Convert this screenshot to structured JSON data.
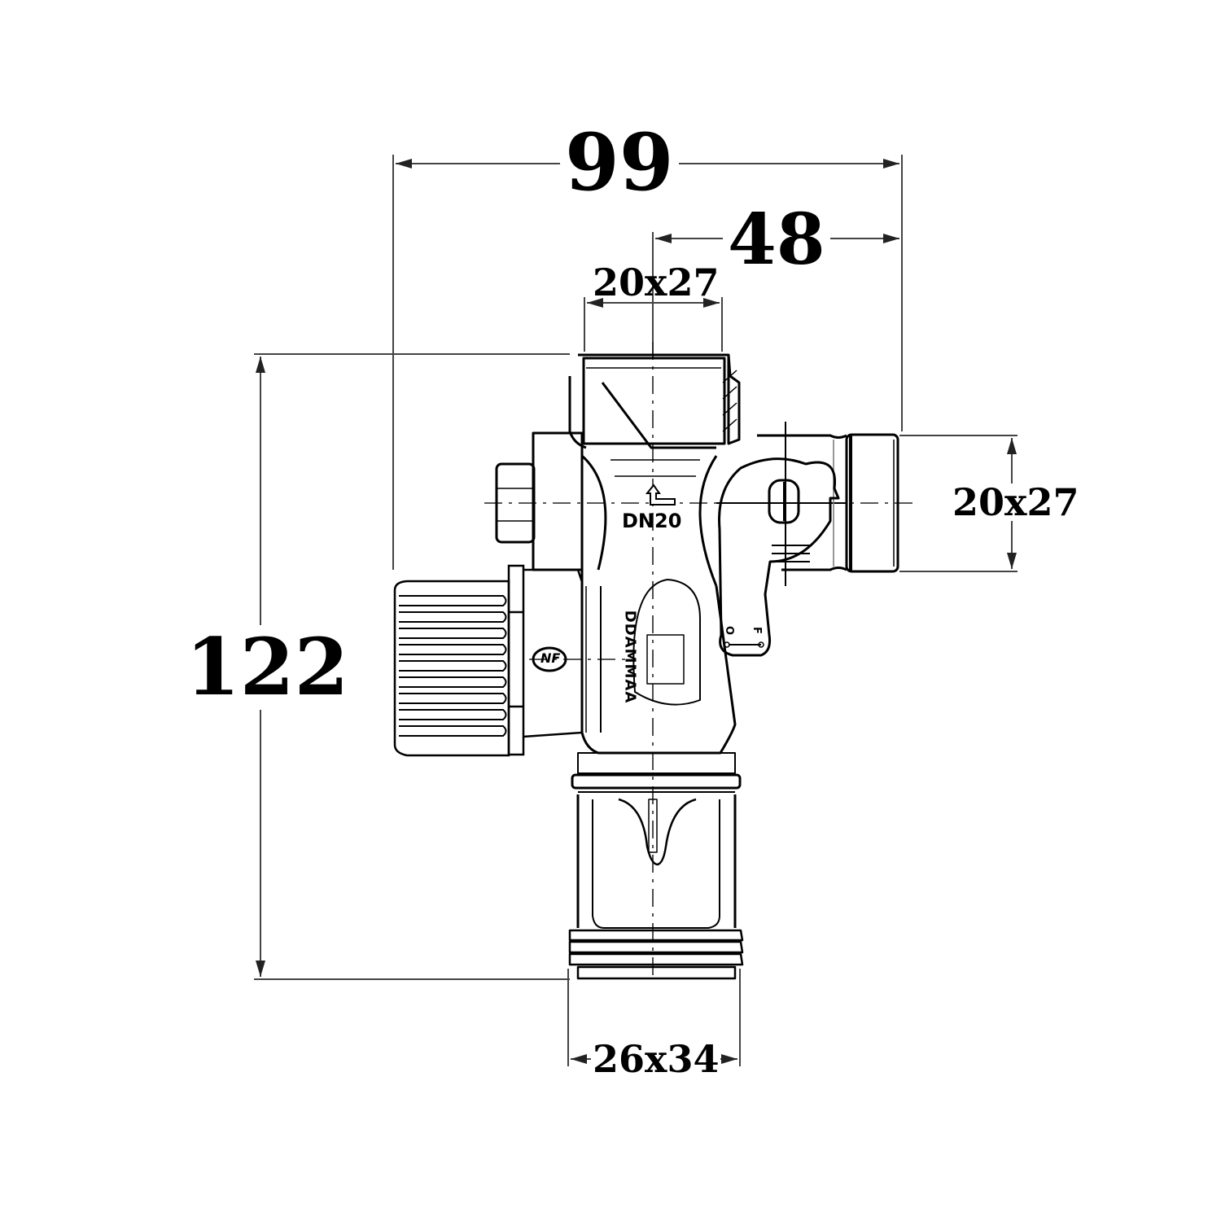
{
  "drawing": {
    "title": "Valve dimensional drawing",
    "units": "mm",
    "line_color": "#000000",
    "dimension_line_color": "#555555",
    "background": "#ffffff"
  },
  "dimensions": {
    "overall_width": {
      "value": "99"
    },
    "offset_right": {
      "value": "48"
    },
    "top_port": {
      "value": "20x27"
    },
    "right_port": {
      "value": "20x27"
    },
    "overall_height": {
      "value": "122"
    },
    "bottom_port": {
      "value": "26x34"
    }
  },
  "markings": {
    "nominal_diameter": "DN20",
    "certification_logo": "NF",
    "body_code": "DDAMMAA",
    "lever_open": "O",
    "lever_closed": "F"
  },
  "components": [
    {
      "name": "top-threaded-outlet"
    },
    {
      "name": "right-threaded-outlet"
    },
    {
      "name": "bottom-threaded-inlet"
    },
    {
      "name": "pressure-adjust-knob"
    },
    {
      "name": "hex-cap"
    },
    {
      "name": "quarter-turn-lever"
    },
    {
      "name": "drain-funnel"
    }
  ]
}
